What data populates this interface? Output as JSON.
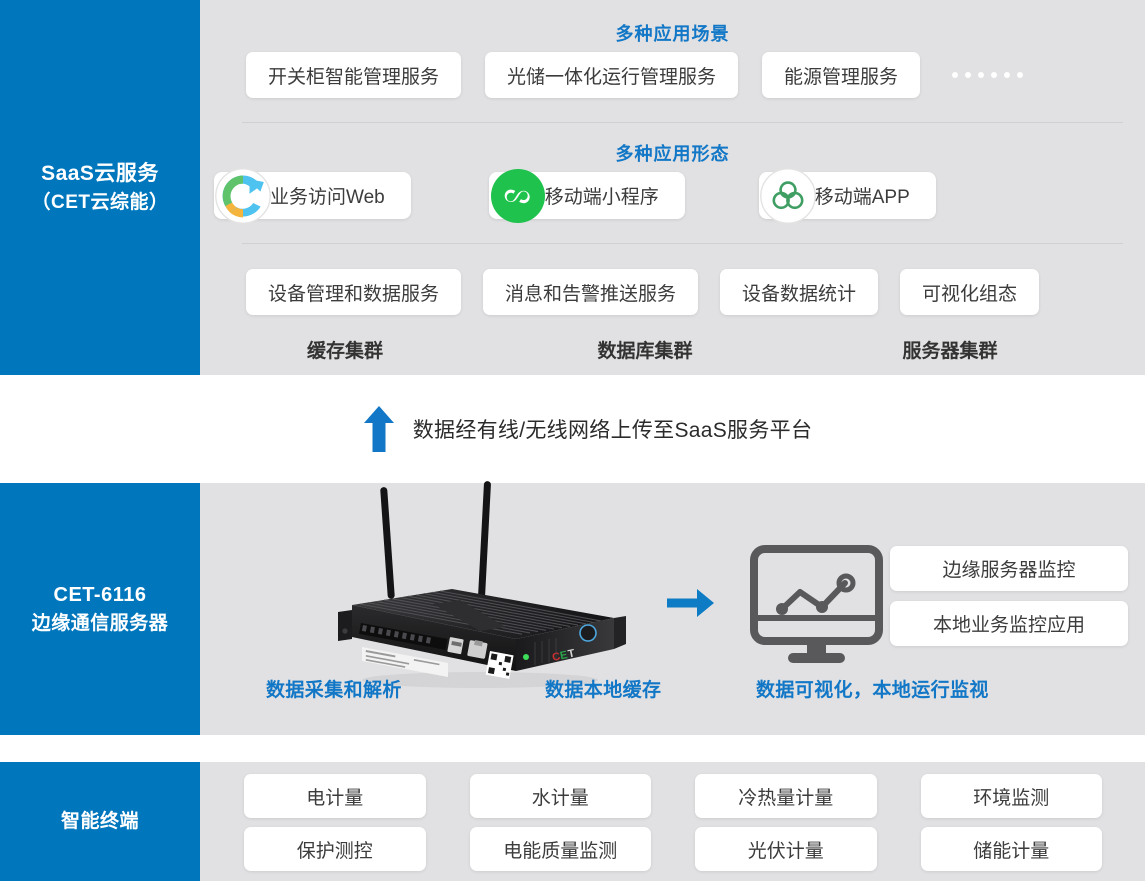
{
  "saas": {
    "label_line1": "SaaS云服务",
    "label_line2": "（CET云综能）",
    "scenarios_title": "多种应用场景",
    "scenarios": [
      "开关柜智能管理服务",
      "光储一体化运行管理服务",
      "能源管理服务"
    ],
    "scenarios_more": "……",
    "forms_title": "多种应用形态",
    "forms": [
      {
        "label": "业务访问Web",
        "icon": "browser-swirl-icon"
      },
      {
        "label": "移动端小程序",
        "icon": "wechat-miniprogram-icon"
      },
      {
        "label": "移动端APP",
        "icon": "green-trefoil-app-icon"
      }
    ],
    "services": [
      "设备管理和数据服务",
      "消息和告警推送服务",
      "设备数据统计",
      "可视化组态"
    ],
    "clusters": [
      "缓存集群",
      "数据库集群",
      "服务器集群"
    ]
  },
  "uplink": {
    "text": "数据经有线/无线网络上传至SaaS服务平台",
    "arrow_icon": "arrow-up-icon"
  },
  "edge": {
    "label_line1": "CET-6116",
    "label_line2": "边缘通信服务器",
    "device_icon": "edge-server-device",
    "flow_arrow_icon": "arrow-right-icon",
    "monitor_icon": "monitor-chart-icon",
    "monitor_chips": [
      "边缘服务器监控",
      "本地业务监控应用"
    ],
    "captions": [
      "数据采集和解析",
      "数据本地缓存",
      "数据可视化，本地运行监视"
    ]
  },
  "terminal": {
    "label": "智能终端",
    "items": [
      "电计量",
      "水计量",
      "冷热量计量",
      "环境监测",
      "保护测控",
      "电能质量监测",
      "光伏计量",
      "储能计量"
    ]
  },
  "colors": {
    "brand_blue": "#0077bd",
    "accent_blue": "#1277c6",
    "panel_gray": "#e1e1e3",
    "chip_white": "#ffffff",
    "text_dark": "#3c3c3c"
  }
}
